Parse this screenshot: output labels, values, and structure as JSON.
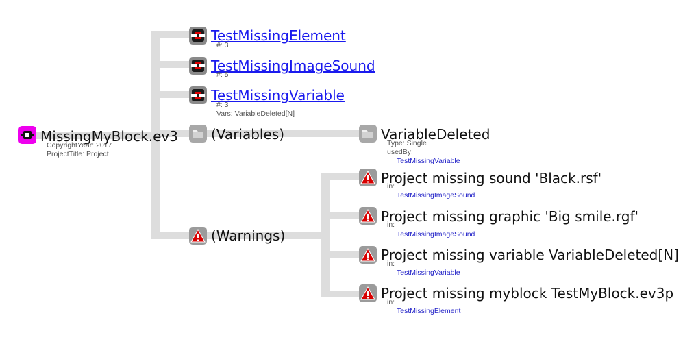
{
  "colors": {
    "connector": "#dddddd",
    "link": "#1a1aee",
    "ref_link": "#2323c8",
    "root_icon_bg": "#ee00ee",
    "block_icon_bg": "#8a8a8a",
    "warning_red": "#d80000"
  },
  "root": {
    "icon": "myblock-icon",
    "label": "MissingMyBlock.ev3",
    "copyright": "CopyrightYear: 2017",
    "project_title": "ProjectTitle: Project"
  },
  "children": [
    {
      "icon": "program-icon",
      "label": "TestMissingElement",
      "count": "#: 3"
    },
    {
      "icon": "program-icon",
      "label": "TestMissingImageSound",
      "count": "#: 5"
    },
    {
      "icon": "program-icon",
      "label": "TestMissingVariable",
      "count": "#: 3",
      "vars": "Vars: VariableDeleted[N]"
    }
  ],
  "variables": {
    "icon": "folder-icon",
    "label": "(Variables)",
    "item": {
      "icon": "folder-icon",
      "label": "VariableDeleted",
      "type": "Type: Single",
      "used_by_label": "usedBy:",
      "used_by": "TestMissingVariable"
    }
  },
  "warnings": {
    "icon": "warning-icon",
    "label": "(Warnings)",
    "in_label": "in:",
    "items": [
      {
        "label": "Project missing sound 'Black.rsf'",
        "in": "TestMissingImageSound"
      },
      {
        "label": "Project missing graphic 'Big smile.rgf'",
        "in": "TestMissingImageSound"
      },
      {
        "label": "Project missing variable VariableDeleted[N]",
        "in": "TestMissingVariable"
      },
      {
        "label": "Project missing myblock TestMyBlock.ev3p",
        "in": "TestMissingElement"
      }
    ]
  }
}
